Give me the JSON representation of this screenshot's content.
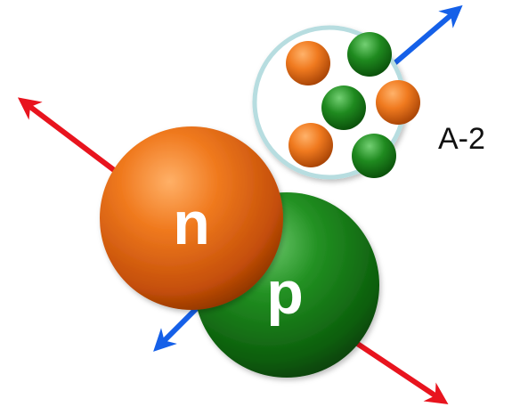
{
  "neutron": {
    "label": "n",
    "color": "#e8650f"
  },
  "proton": {
    "label": "p",
    "color": "#1f7f1f"
  },
  "remnant": {
    "label": "A-2",
    "ring_color": "#b7dde0"
  },
  "arrows": {
    "red": "#e8141e",
    "blue": "#1560e8"
  },
  "icons": {
    "red_arrow": "arrow-icon",
    "blue_arrow": "arrow-icon"
  }
}
